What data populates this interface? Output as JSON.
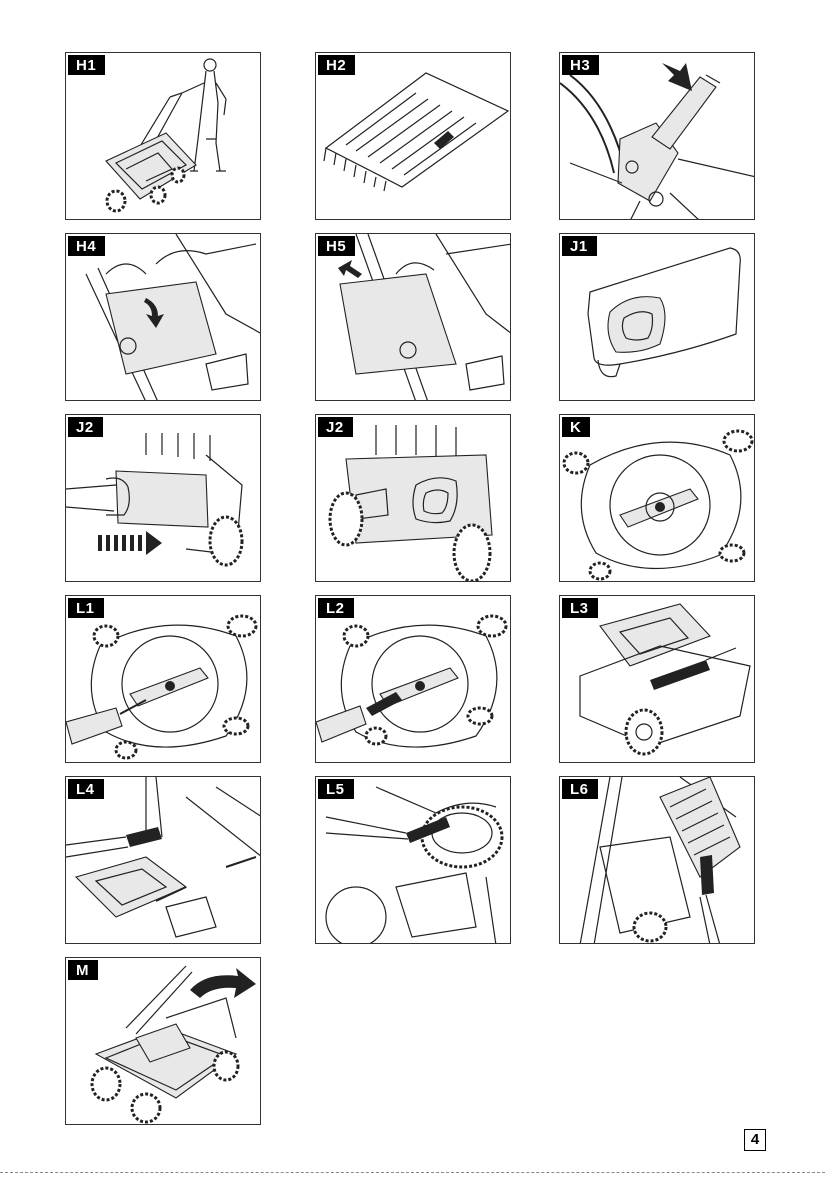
{
  "panels": [
    {
      "label": "H1",
      "scene": "person-pushing-mower-icon"
    },
    {
      "label": "H2",
      "scene": "mowing-pattern-icon"
    },
    {
      "label": "H3",
      "scene": "handle-lever-icon"
    },
    {
      "label": "H4",
      "scene": "grass-bag-install-icon"
    },
    {
      "label": "H5",
      "scene": "grass-bag-remove-icon"
    },
    {
      "label": "J1",
      "scene": "grass-bag-icon"
    },
    {
      "label": "J2",
      "scene": "bag-insert-icon"
    },
    {
      "label": "J2",
      "scene": "bag-attached-icon"
    },
    {
      "label": "K",
      "scene": "mower-underside-icon"
    },
    {
      "label": "L1",
      "scene": "underside-cleaning-icon"
    },
    {
      "label": "L2",
      "scene": "underside-brush-icon"
    },
    {
      "label": "L3",
      "scene": "brush-cleaning-icon"
    },
    {
      "label": "L4",
      "scene": "motor-brushing-icon"
    },
    {
      "label": "L5",
      "scene": "wheel-cleaning-icon"
    },
    {
      "label": "L6",
      "scene": "bag-cleaning-icon"
    },
    {
      "label": "M",
      "scene": "folded-mower-icon"
    }
  ],
  "page_number": "4"
}
